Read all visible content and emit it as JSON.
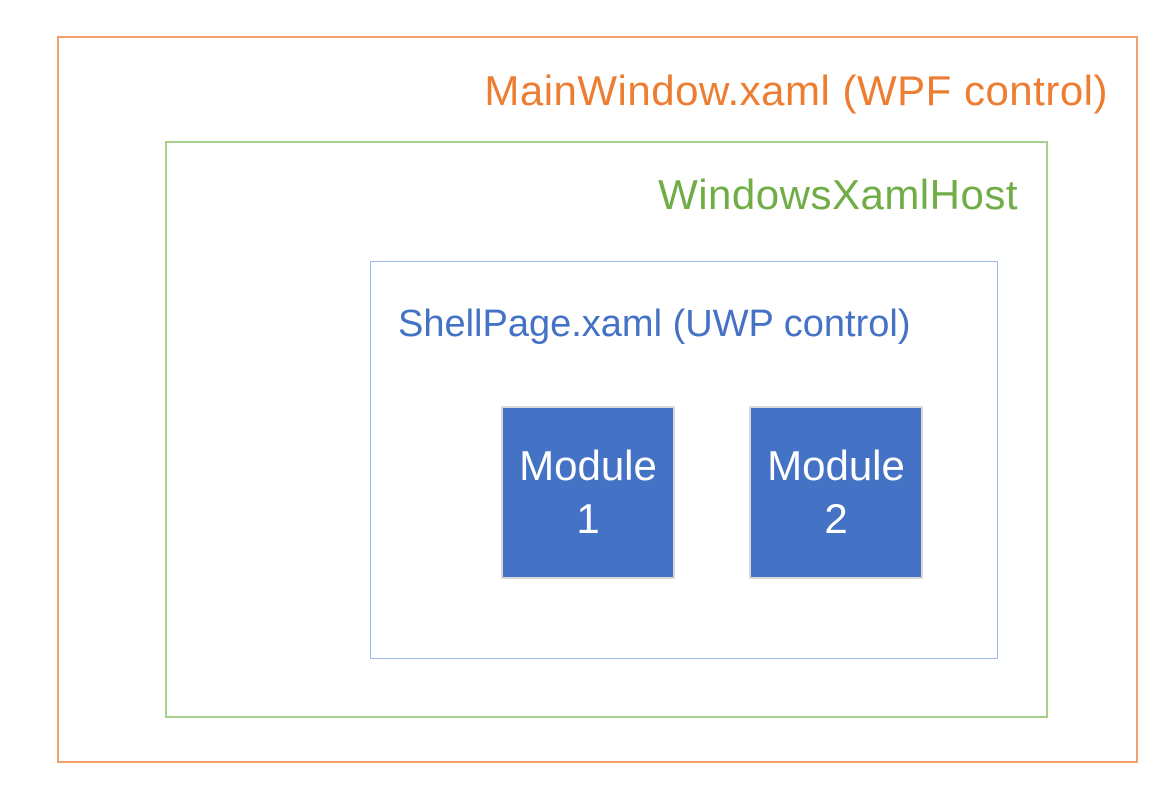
{
  "diagram": {
    "outer_box": {
      "label": "MainWindow.xaml (WPF control)",
      "text_color": "#ED7D31",
      "border_color": "#F0A16C"
    },
    "host_box": {
      "label": "WindowsXamlHost",
      "text_color": "#70AD47",
      "border_color": "#A8D08D"
    },
    "shell_box": {
      "label": "ShellPage.xaml (UWP control)",
      "text_color": "#4472C4",
      "border_color": "#9DB7E0"
    },
    "modules": [
      {
        "line1": "Module",
        "line2": "1"
      },
      {
        "line1": "Module",
        "line2": "2"
      }
    ],
    "module_style": {
      "fill_color": "#4472C4",
      "text_color": "#FFFFFF",
      "border_color": "#D9D9D9"
    }
  }
}
